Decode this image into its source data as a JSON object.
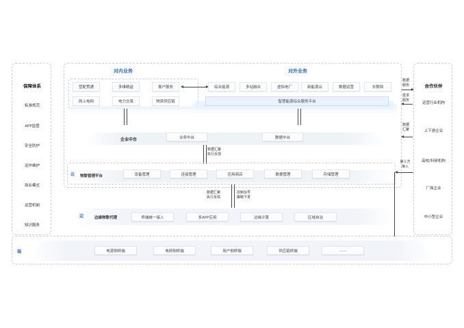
{
  "left_panel": {
    "title": "保障体系",
    "items": [
      "标准规范",
      "APP监管",
      "安全防护",
      "运作维护",
      "商业模式",
      "运营机制",
      "知识服务"
    ]
  },
  "right_panel": {
    "title": "合作伙伴",
    "items": [
      "运营行业机构",
      "上下游企业",
      "高校/科研机构",
      "厂商企业",
      "中小型企业"
    ]
  },
  "internal": {
    "title": "对内业务",
    "row1": [
      "营配贯通",
      "多维精益",
      "客户服务"
    ],
    "row2": [
      "网上电网",
      "电力交易",
      "物资供应链"
    ]
  },
  "external": {
    "title": "对外业务",
    "row1": [
      "综合能源",
      "多站融合",
      "虚拟电厂",
      "新能源云",
      "数据运营",
      "车联网"
    ],
    "platform": "智慧能源综合服务平台"
  },
  "middle": {
    "enterprise": "企业中台",
    "business": "业务中台",
    "data": "数据中台"
  },
  "cloud": {
    "tag": "云",
    "title": "物联管理平台",
    "items": [
      "设备管理",
      "连接管理",
      "应用商店",
      "数据管理",
      "存储管理"
    ]
  },
  "edge": {
    "tag": "边",
    "title": "边缘物联代理",
    "items": [
      "终端统一接入",
      "多APP应用",
      "边缘计算",
      "区域自治"
    ]
  },
  "device": {
    "tag": "端",
    "items": [
      "电源侧终端",
      "电网侧终端",
      "用户侧终端",
      "供应链终端",
      "……"
    ]
  },
  "annotations": {
    "data_up_1": "数据汇聚",
    "exec_down_1": "执行反馈",
    "data_up_2": "数据汇聚",
    "exec_down_2": "执行反馈",
    "ctrl_1": "控制信号",
    "ctrl_2": "策略下发",
    "right_top_1": "数据",
    "right_top_2": "服务",
    "right_top_3": "需求",
    "right_top_4": "服务",
    "right_mid_1": "数据",
    "right_mid_2": "汇聚",
    "right_low_1": "第三方",
    "right_low_2": "接入"
  },
  "colors": {
    "accent": "#2e6fd8",
    "platform_fill": "#eaf3fd",
    "border": "#c9cfd8"
  }
}
